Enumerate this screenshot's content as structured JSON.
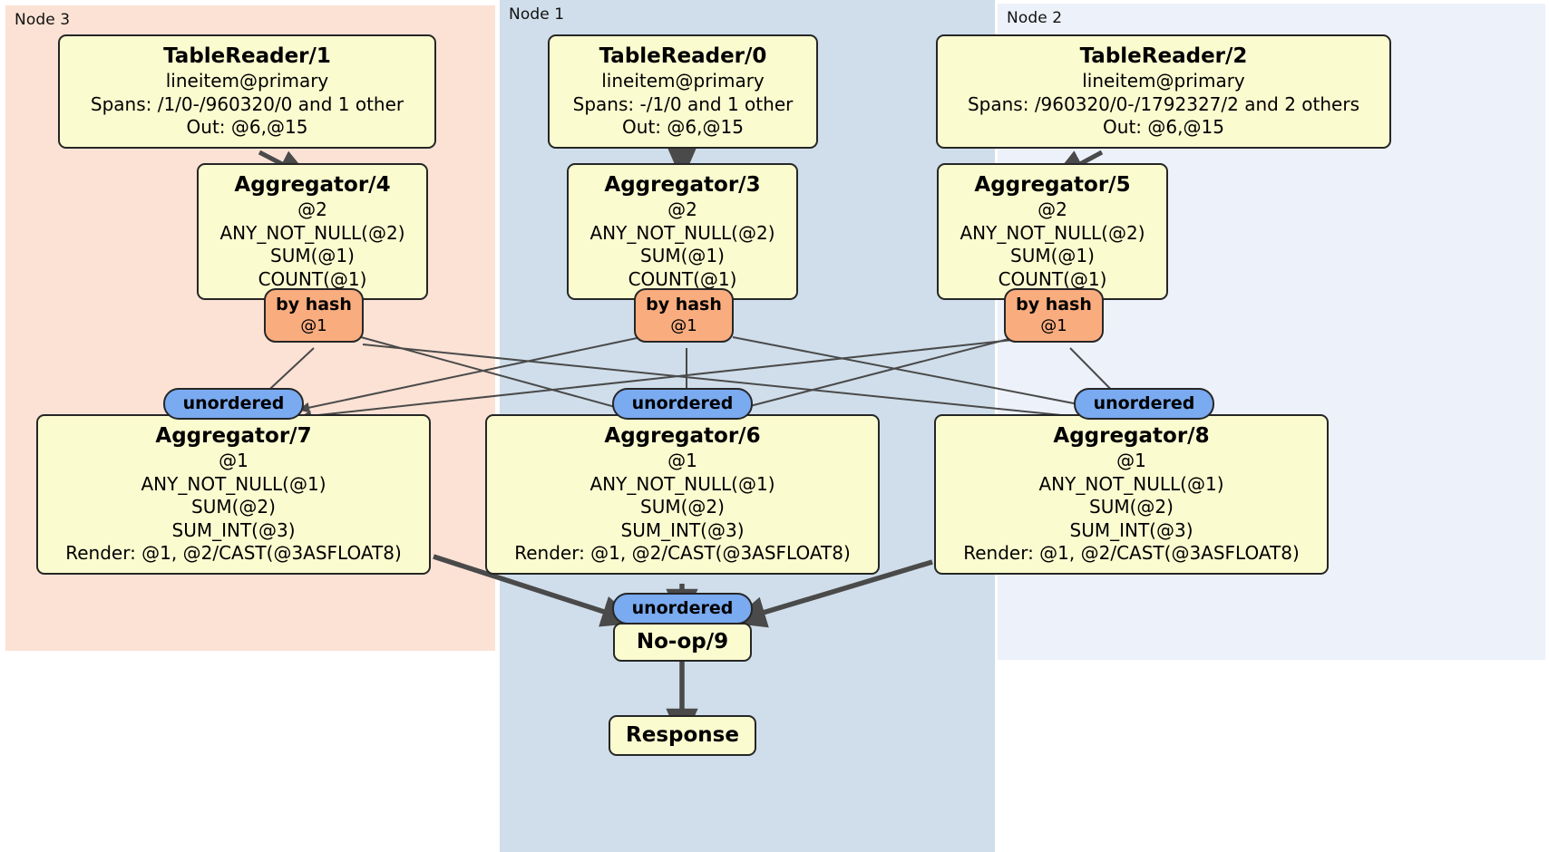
{
  "diagram": {
    "type": "distributed-query-plan",
    "title": "",
    "regions": [
      {
        "id": "node3",
        "label": "Node 3",
        "color": "#fbe2d5"
      },
      {
        "id": "node1",
        "label": "Node 1",
        "color": "#cfdeea"
      },
      {
        "id": "node2",
        "label": "Node 2",
        "color": "#edf1fa"
      }
    ],
    "colors": {
      "processor_fill": "#fbfbd0",
      "processor_stroke": "#262626",
      "hash_router_fill": "#f9ad7f",
      "unordered_synchronizer_fill": "#7aaaf0",
      "edge_stroke": "#4a4a4a"
    },
    "processors": {
      "table_reader_1": {
        "title": "TableReader/1",
        "lines": [
          "lineitem@primary",
          "Spans: /1/0-/960320/0 and 1 other",
          "Out: @6,@15"
        ]
      },
      "table_reader_0": {
        "title": "TableReader/0",
        "lines": [
          "lineitem@primary",
          "Spans: -/1/0 and 1 other",
          "Out: @6,@15"
        ]
      },
      "table_reader_2": {
        "title": "TableReader/2",
        "lines": [
          "lineitem@primary",
          "Spans: /960320/0-/1792327/2 and 2 others",
          "Out: @6,@15"
        ]
      },
      "aggregator_4": {
        "title": "Aggregator/4",
        "lines": [
          "@2",
          "ANY_NOT_NULL(@2)",
          "SUM(@1)",
          "COUNT(@1)"
        ]
      },
      "aggregator_3": {
        "title": "Aggregator/3",
        "lines": [
          "@2",
          "ANY_NOT_NULL(@2)",
          "SUM(@1)",
          "COUNT(@1)"
        ]
      },
      "aggregator_5": {
        "title": "Aggregator/5",
        "lines": [
          "@2",
          "ANY_NOT_NULL(@2)",
          "SUM(@1)",
          "COUNT(@1)"
        ]
      },
      "aggregator_7": {
        "title": "Aggregator/7",
        "lines": [
          "@1",
          "ANY_NOT_NULL(@1)",
          "SUM(@2)",
          "SUM_INT(@3)",
          "Render: @1, @2/CAST(@3ASFLOAT8)"
        ]
      },
      "aggregator_6": {
        "title": "Aggregator/6",
        "lines": [
          "@1",
          "ANY_NOT_NULL(@1)",
          "SUM(@2)",
          "SUM_INT(@3)",
          "Render: @1, @2/CAST(@3ASFLOAT8)"
        ]
      },
      "aggregator_8": {
        "title": "Aggregator/8",
        "lines": [
          "@1",
          "ANY_NOT_NULL(@1)",
          "SUM(@2)",
          "SUM_INT(@3)",
          "Render: @1, @2/CAST(@3ASFLOAT8)"
        ]
      },
      "noop_9": {
        "title": "No-op/9",
        "lines": []
      },
      "response": {
        "title": "Response",
        "lines": []
      }
    },
    "routers": {
      "hash_left": {
        "kind": "by hash",
        "column": "@1"
      },
      "hash_center": {
        "kind": "by hash",
        "column": "@1"
      },
      "hash_right": {
        "kind": "by hash",
        "column": "@1"
      }
    },
    "synchronizers": {
      "unordered_left": {
        "label": "unordered"
      },
      "unordered_center": {
        "label": "unordered"
      },
      "unordered_right": {
        "label": "unordered"
      },
      "unordered_final": {
        "label": "unordered"
      }
    }
  }
}
